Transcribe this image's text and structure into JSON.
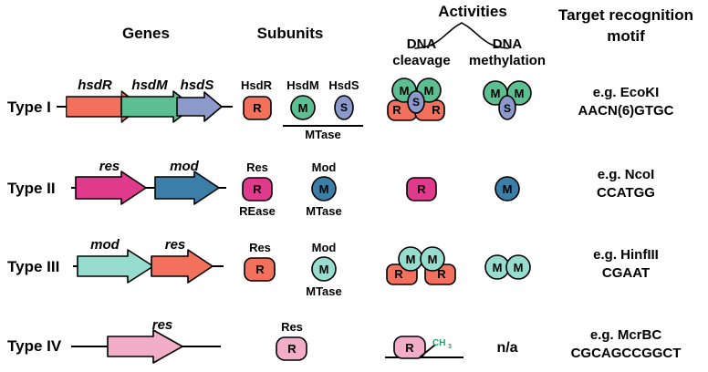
{
  "headers": {
    "genes": "Genes",
    "subunits": "Subunits",
    "activities": "Activities",
    "dna_cleavage_l1": "DNA",
    "dna_cleavage_l2": "cleavage",
    "dna_methylation_l1": "DNA",
    "dna_methylation_l2": "methylation",
    "target_l1": "Target recognition",
    "target_l2": "motif"
  },
  "colors": {
    "red": "#f2705c",
    "green": "#5cbf91",
    "blue_purple": "#8c9acb",
    "magenta": "#e03a8c",
    "steel_blue": "#3b7ea8",
    "teal": "#96ddd0",
    "pink": "#f3aec7",
    "ch3_green": "#1e9e6a",
    "outline": "#000000"
  },
  "rows": [
    {
      "label": "Type I",
      "genes": [
        {
          "name": "hsdR",
          "color_key": "red"
        },
        {
          "name": "hsdM",
          "color_key": "green"
        },
        {
          "name": "hsdS",
          "color_key": "blue_purple"
        }
      ],
      "subunits": [
        {
          "name": "HsdR",
          "letter": "R",
          "shape": "roundrect",
          "color_key": "red",
          "sublabel": ""
        },
        {
          "name": "HsdM",
          "letter": "M",
          "shape": "circle",
          "color_key": "green",
          "sublabel": ""
        },
        {
          "name": "HsdS",
          "letter": "S",
          "shape": "ellipse",
          "color_key": "blue_purple",
          "sublabel": ""
        }
      ],
      "bracket_label": "MTase",
      "cleavage": {
        "type": "complex-msr",
        "letters": [
          "M",
          "S",
          "R"
        ]
      },
      "methylation": {
        "type": "complex-ms",
        "letters": [
          "M",
          "S"
        ]
      },
      "target_organism": "e.g. EcoKI",
      "target_motif": "AACN(6)GTGC"
    },
    {
      "label": "Type II",
      "genes": [
        {
          "name": "res",
          "color_key": "magenta"
        },
        {
          "name": "mod",
          "color_key": "steel_blue"
        }
      ],
      "subunits": [
        {
          "name": "Res",
          "letter": "R",
          "shape": "roundrect",
          "color_key": "magenta",
          "sublabel": "REase"
        },
        {
          "name": "Mod",
          "letter": "M",
          "shape": "circle",
          "color_key": "steel_blue",
          "sublabel": "MTase"
        }
      ],
      "bracket_label": "",
      "cleavage": {
        "type": "single-r",
        "letters": [
          "R"
        ]
      },
      "methylation": {
        "type": "single-m",
        "letters": [
          "M"
        ]
      },
      "target_organism": "e.g. NcoI",
      "target_motif": "CCATGG"
    },
    {
      "label": "Type III",
      "genes": [
        {
          "name": "mod",
          "color_key": "teal"
        },
        {
          "name": "res",
          "color_key": "red"
        }
      ],
      "subunits": [
        {
          "name": "Res",
          "letter": "R",
          "shape": "roundrect",
          "color_key": "red",
          "sublabel": ""
        },
        {
          "name": "Mod",
          "letter": "M",
          "shape": "circle",
          "color_key": "teal",
          "sublabel": "MTase"
        }
      ],
      "bracket_label": "",
      "cleavage": {
        "type": "complex-rmmr",
        "letters": [
          "M",
          "M",
          "R",
          "R"
        ]
      },
      "methylation": {
        "type": "pair-mm",
        "letters": [
          "M",
          "M"
        ]
      },
      "target_organism": "e.g. HinfIII",
      "target_motif": "CGAAT"
    },
    {
      "label": "Type IV",
      "genes": [
        {
          "name": "res",
          "color_key": "pink"
        }
      ],
      "subunits": [
        {
          "name": "Res",
          "letter": "R",
          "shape": "roundrect",
          "color_key": "pink",
          "sublabel": ""
        }
      ],
      "bracket_label": "",
      "cleavage": {
        "type": "r-on-dna-ch3",
        "letters": [
          "R"
        ],
        "methyl_label": "CH",
        "methyl_sub": "3"
      },
      "methylation": {
        "type": "text",
        "text": "n/a"
      },
      "target_organism": "e.g. McrBC",
      "target_motif": "CGCAGCCGGCT"
    }
  ]
}
